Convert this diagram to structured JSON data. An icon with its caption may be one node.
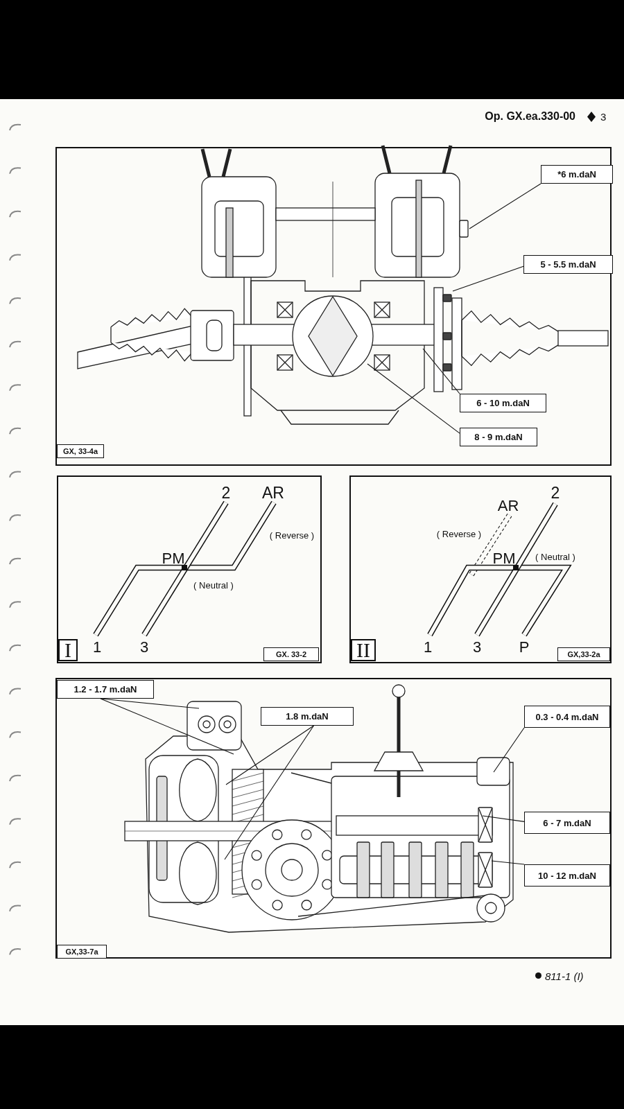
{
  "diagram": {
    "nodes": [
      {
        "text": [],
        "shape": "box"
      },
      {
        "text": [
          "*6 m.daN"
        ],
        "in": 0
      },
      {
        "text": [
          "5 - 5.5 m.daN"
        ],
        "in": 0
      },
      {
        "text": [
          "6 - 10 m.daN"
        ],
        "in": 0
      },
      {
        "text": [
          "8 - 9 m.daN"
        ],
        "in": 0
      },
      {
        "text": [
          "GX, 33-4a"
        ],
        "in": 0
      },
      {
        "text": [],
        "shape": "box"
      },
      {
        "text": [
          "I"
        ],
        "in": 6
      },
      {
        "text": [
          "GX. 33-2"
        ],
        "in": 6
      },
      {
        "text": [],
        "shape": "box"
      },
      {
        "text": [
          "II"
        ],
        "in": 9
      },
      {
        "text": [
          "GX,33-2a"
        ],
        "in": 9
      },
      {
        "text": [],
        "shape": "box"
      },
      {
        "text": [
          "1.2 - 1.7 m.daN"
        ],
        "in": 12
      },
      {
        "text": [
          "1.8 m.daN"
        ],
        "in": 12
      },
      {
        "text": [
          "0.3 - 0.4 m.daN"
        ],
        "in": 12
      },
      {
        "text": [
          "6 - 7 m.daN"
        ],
        "in": 12
      },
      {
        "text": [
          "10 - 12 m.daN"
        ],
        "in": 12
      },
      {
        "text": [
          "GX,33-7a"
        ],
        "in": 12
      }
    ],
    "edges": [
      {
        "from": 1,
        "to": null,
        "arrow": "none"
      },
      {
        "from": 2,
        "to": null,
        "arrow": "none"
      },
      {
        "from": 3,
        "to": null,
        "arrow": "none"
      },
      {
        "from": 4,
        "to": null,
        "arrow": "none"
      },
      {
        "from": 13,
        "to": null,
        "arrow": "none"
      },
      {
        "from": 13,
        "to": null,
        "arrow": "none"
      },
      {
        "from": 14,
        "to": null,
        "arrow": "none"
      },
      {
        "from": 14,
        "to": null,
        "arrow": "none"
      },
      {
        "from": 15,
        "to": null,
        "arrow": "none"
      },
      {
        "from": 16,
        "to": null,
        "arrow": "none"
      },
      {
        "from": 17,
        "to": null,
        "arrow": "none"
      }
    ],
    "labels": [
      "Op. GX.ea.330-00",
      "3",
      "2",
      "AR",
      "( Reverse )",
      "PM",
      "( Neutral )",
      "1",
      "3",
      "AR",
      "2",
      "( Reverse )",
      "PM",
      "( Neutral )",
      "1",
      "3",
      "P",
      "811-1 (I)"
    ]
  }
}
